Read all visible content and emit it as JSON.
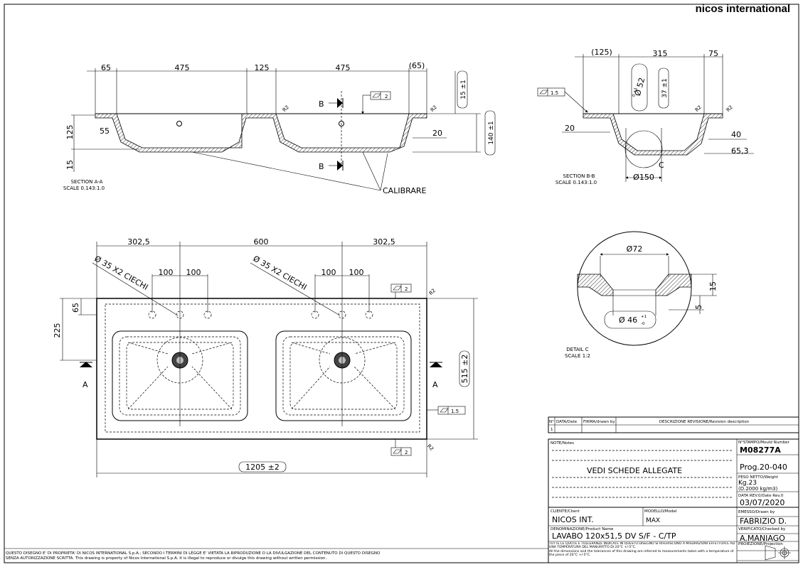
{
  "brand": "nicos international",
  "section_aa": {
    "title": "SECTION A-A",
    "scale": "SCALE 0.143:1.0",
    "dims_top": [
      "65",
      "475",
      "125",
      "475",
      "(65)"
    ],
    "dim_left_125": "125",
    "dim_left_15": "15",
    "dim_55": "55",
    "dim_r2_a": "R2",
    "dim_r2_b": "R2",
    "dim_15_tol": "15 ±1",
    "dim_140_tol": "140 ±1",
    "dim_20": "20",
    "flatness": "2",
    "section_b": "B",
    "section_b2": "B",
    "calibrare": "CALIBRARE"
  },
  "section_bb": {
    "title": "SECTION B-B",
    "scale": "SCALE 0.143:1.0",
    "dims_top": [
      "(125)",
      "315",
      "75"
    ],
    "flatness": "1.5",
    "dim_phi": "Ø 52",
    "dim_phi_tol": "0 +1",
    "dim_37": "37 ±1",
    "dim_r2_a": "R2",
    "dim_r2_b": "R2",
    "dim_20": "20",
    "dim_40": "40",
    "dim_653": "65,3",
    "detail_c": "C",
    "dim_150": "Ø150"
  },
  "plan": {
    "dims_top": [
      "302,5",
      "600",
      "302,5"
    ],
    "holes_label_1": "Ø 35 X2 CIECHI",
    "holes_label_2": "Ø 35 X2 CIECHI",
    "dim_100_a": "100",
    "dim_100_b": "100",
    "dim_100_c": "100",
    "dim_100_d": "100",
    "dim_65": "65",
    "dim_225": "225",
    "flatness_top": "2",
    "flatness_right": "1.5",
    "flatness_bottom": "2",
    "r2_top": "R2",
    "r2_bottom": "R2",
    "dim_515": "515 ±2",
    "dim_1205": "1205 ±2",
    "section_a": "A",
    "section_a2": "A"
  },
  "detail_c": {
    "title": "DETAIL C",
    "scale": "SCALE 1:2",
    "dim_72": "Ø72",
    "dim_46": "Ø 46",
    "dim_46_tol_plus": "+1",
    "dim_46_tol_minus": "-0",
    "dim_15": "15",
    "dim_5": "5"
  },
  "revision": {
    "col_n": "N°",
    "col_date": "DATA/Date",
    "col_drawn": "FIRMA/drawn by",
    "col_desc": "DESCRIZIONE REVISIONE/Revision description",
    "row_n": "1"
  },
  "title_block": {
    "notes_label": "NOTE/Notes",
    "notes_text": "VEDI SCHEDE ALLEGATE",
    "mould_label": "N°STAMPO/Mould Number",
    "mould_value": "M08277A",
    "prog_value": "Prog.20-040",
    "weight_label": "PESO NETTO/Weight",
    "weight_value": "Kg.23",
    "density_value": "(D.2000 kg/m3)",
    "date_label": "DATA REV.0/Date Rev.0",
    "date_value": "03/07/2020",
    "client_label": "CLIENTE/Client",
    "client_value": "NICOS INT.",
    "model_label": "MODELLO/Model",
    "model_value": "MAX",
    "drawn_label": "EMESSO/Drawn by",
    "drawn_value": "FABRIZIO D.",
    "product_label": "DENOMINAZIONE/Product Name",
    "product_value": "LAVABO 120x51,5 DV S/F - C/TP",
    "checked_label": "VERIFICATO/Checked by",
    "checked_value": "A.MANIAGO",
    "tolerance_it": "TUTTE LE QUOTE E TOLLERANZE INDICATE IN QUESTO DISEGNO SI RIFERISCONO A MISURAZIONI EFFETTUATE AD UNA TEMPERATURA DEL MANUFATTO DI 20°C +/-5°C.",
    "tolerance_en": "All the dimensions and the tolerances of this drawing are referred to measurements taken with a temperature of the piece of 20°C +/-5°C.",
    "projection_label": "PROIEZIONE/Projection"
  },
  "footer": {
    "line1": "QUESTO DISEGNO E' DI PROPRIETA' DI NICOS INTERNATIONAL S.p.A.; SECONDO I TERMINI DI LEGGE E' VIETATA LA RIPRODUZIONE O LA DIVULGAZIONE DEL CONTENUTO DI QUESTO DISEGNO",
    "line2": "SENZA AUTORIZZAZIONE SCRITTA. This drawing is property of Nicos International S.p.A. it is illegal to reproduce or divulge this drawing without written permission."
  }
}
